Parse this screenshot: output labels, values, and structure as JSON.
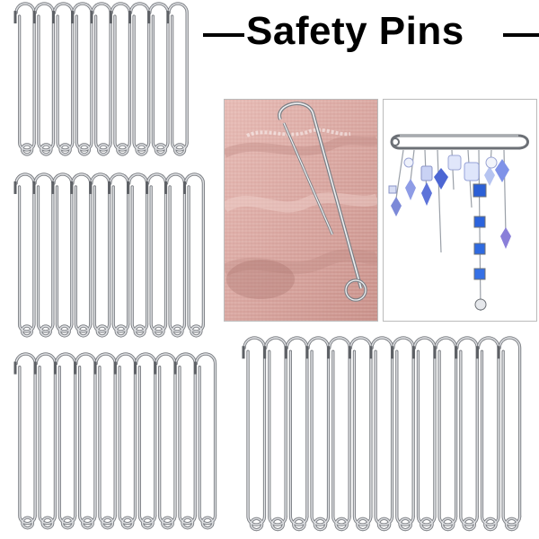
{
  "title": "Safety Pins",
  "colors": {
    "metal_light": "#e9eaec",
    "metal_mid": "#a8abb0",
    "metal_dark": "#5e6166",
    "fabric_pink": "#d9a7a1",
    "fabric_shadow": "#b9837d",
    "crystal_blue": "#3d6fd8",
    "crystal_light": "#a9b8ee",
    "background": "#ffffff"
  },
  "pin_groups": [
    {
      "name": "pin-group-top-left",
      "count": 9
    },
    {
      "name": "pin-group-middle-left",
      "count": 10
    },
    {
      "name": "pin-group-bottom-left",
      "count": 10
    },
    {
      "name": "pin-group-bottom-right",
      "count": 13
    }
  ],
  "photos": [
    {
      "name": "photo-pin-on-pink-fabric"
    },
    {
      "name": "photo-brooch-with-blue-crystals"
    }
  ]
}
